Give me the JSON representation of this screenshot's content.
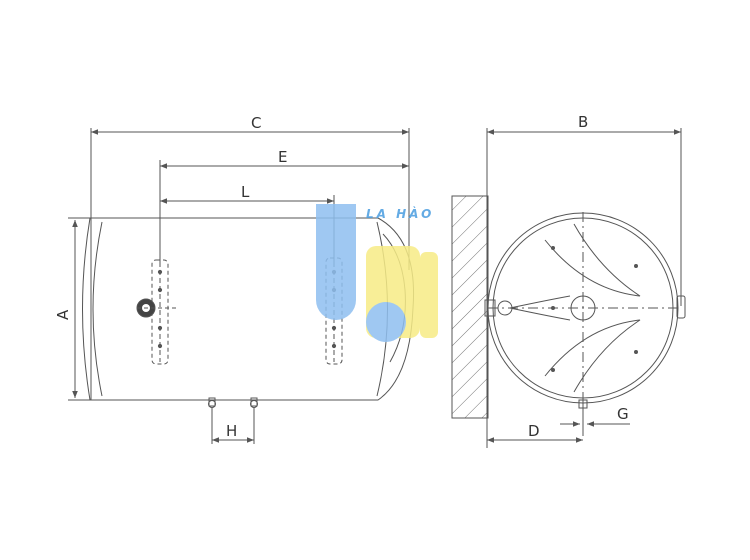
{
  "labels": {
    "c": "C",
    "e": "E",
    "l": "L",
    "a": "A",
    "h": "H",
    "b": "B",
    "d": "D",
    "g": "G"
  },
  "watermark": {
    "text": "LA HÀO",
    "blue": "#8fbff0",
    "yellow": "#f7ec86",
    "text_color": "#4a9de0"
  },
  "colors": {
    "line": "#555555",
    "wall_hatch": "#777777"
  }
}
